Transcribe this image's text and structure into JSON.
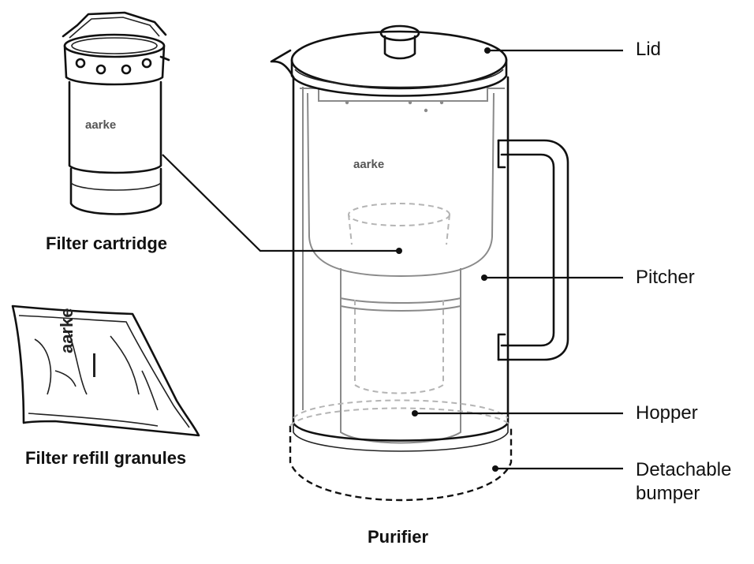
{
  "callouts": {
    "lid": "Lid",
    "pitcher": "Pitcher",
    "hopper": "Hopper",
    "bumper_line1": "Detachable",
    "bumper_line2": "bumper"
  },
  "captions": {
    "filter_cartridge": "Filter cartridge",
    "filter_refill_granules": "Filter refill granules",
    "purifier": "Purifier"
  },
  "brand": {
    "logo_text": "aarke"
  },
  "colors": {
    "outline": "#111111",
    "glass": "#8a8a8a",
    "hidden": "#b4b4b4",
    "background": "#ffffff"
  }
}
